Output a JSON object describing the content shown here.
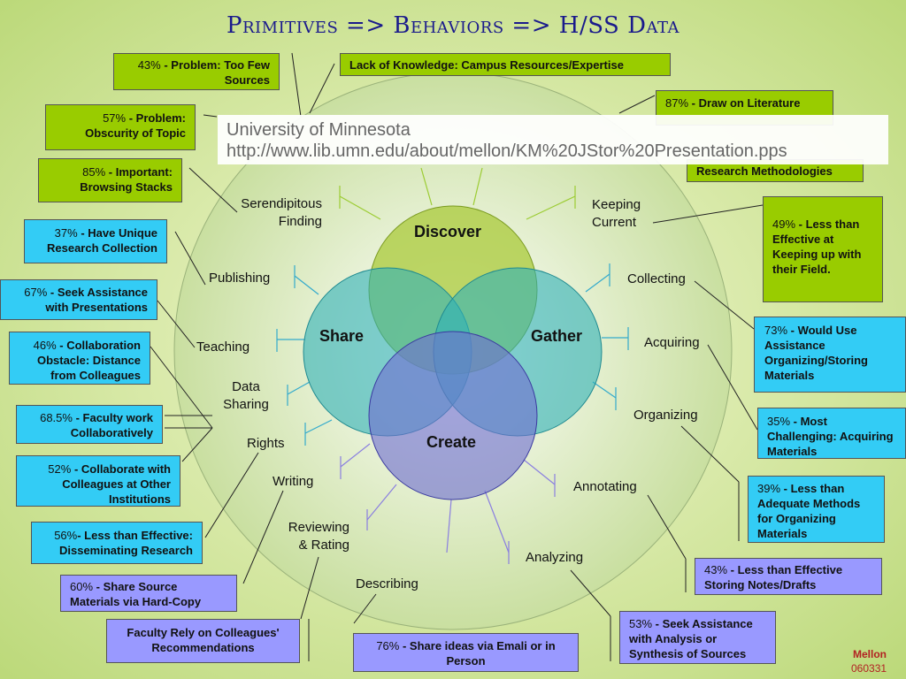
{
  "title": "Primitives => Behaviors => H/SS Data",
  "watermark": {
    "line1": "University of Minnesota",
    "line2": "http://www.lib.umn.edu/about/mellon/KM%20JStor%20Presentation.pps"
  },
  "circles": {
    "discover": "Discover",
    "share": "Share",
    "gather": "Gather",
    "create": "Create"
  },
  "behaviors": {
    "serendipitous": [
      "Serendipitous",
      "Finding"
    ],
    "keeping": [
      "Keeping",
      "Current"
    ],
    "publishing": "Publishing",
    "collecting": "Collecting",
    "teaching": "Teaching",
    "acquiring": "Acquiring",
    "data_sharing": [
      "Data",
      "Sharing"
    ],
    "organizing": "Organizing",
    "rights": "Rights",
    "writing": "Writing",
    "annotating": "Annotating",
    "reviewing": [
      "Reviewing",
      "& Rating"
    ],
    "analyzing": "Analyzing",
    "describing": "Describing"
  },
  "boxes": {
    "b1": {
      "pct": "43%",
      "text": " - Problem: Too Few Sources"
    },
    "b2": {
      "pct": "",
      "text": "Lack of Knowledge: Campus Resources/Expertise"
    },
    "b3": {
      "pct": "87%",
      "text": " - Draw on Literature"
    },
    "b4": {
      "pct": "57%",
      "text": " - Problem: Obscurity of Topic"
    },
    "b5": {
      "pct": "",
      "text": "Research Methodologies"
    },
    "b6": {
      "pct": "85%",
      "text": " - Important: Browsing Stacks"
    },
    "b7": {
      "pct": "37%",
      "text": " - Have Unique Research Collection"
    },
    "b8": {
      "pct": "49%",
      "text": " - Less than Effective at Keeping up with their Field."
    },
    "b9": {
      "pct": "67%",
      "text": " - Seek Assistance with Presentations"
    },
    "b10": {
      "pct": "73%",
      "text": " - Would Use Assistance Organizing/Storing Materials"
    },
    "b11": {
      "pct": "46%",
      "text": " - Collaboration Obstacle: Distance from Colleagues"
    },
    "b12": {
      "pct": "35%",
      "text": " - Most Challenging: Acquiring Materials"
    },
    "b13": {
      "pct": "68.5%",
      "text": " - Faculty work Collaboratively"
    },
    "b14": {
      "pct": "52%",
      "text": " - Collaborate with Colleagues at Other Institutions"
    },
    "b15": {
      "pct": "39%",
      "text": " - Less than Adequate Methods for Organizing Materials"
    },
    "b16": {
      "pct": "56%",
      "text": "- Less than Effective: Disseminating Research"
    },
    "b17": {
      "pct": "43%",
      "text": " - Less than Effective Storing Notes/Drafts"
    },
    "b18": {
      "pct": "60%",
      "text": " - Share Source Materials via Hard-Copy"
    },
    "b19": {
      "pct": "53%",
      "text": " - Seek Assistance with Analysis or Synthesis of Sources"
    },
    "b20": {
      "pct": "",
      "text": "Faculty Rely on Colleagues' Recommendations"
    },
    "b21": {
      "pct": "76%",
      "text": " - Share ideas via Emali or in Person"
    }
  },
  "footer": {
    "mellon": "Mellon",
    "code": "060331"
  },
  "colors": {
    "green": "#99cc00",
    "blue": "#33ccf5",
    "purple": "#9999ff",
    "title": "#1a1a8c"
  }
}
